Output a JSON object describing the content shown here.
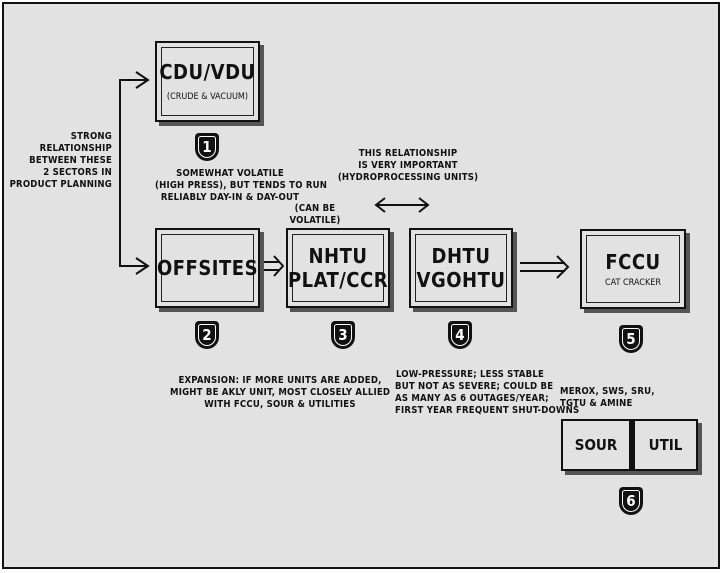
{
  "nodes": {
    "cdu": {
      "title": "CDU/VDU",
      "subtitle": "(CRUDE & VACUUM)",
      "number": "1"
    },
    "offsites": {
      "title": "OFFSITES",
      "number": "2"
    },
    "nhtu": {
      "title_line1": "NHTU",
      "title_line2": "PLAT/CCR",
      "number": "3"
    },
    "dhtu": {
      "title_line1": "DHTU",
      "title_line2": "VGOHTU",
      "number": "4"
    },
    "fccu": {
      "title": "FCCU",
      "subtitle": "CAT CRACKER",
      "number": "5"
    },
    "sour_util": {
      "left": "SOUR",
      "right": "UTIL",
      "number": "6"
    }
  },
  "notes": {
    "strong_relationship": [
      "STRONG",
      "RELATIONSHIP",
      "BETWEEN THESE",
      "2 SECTORS IN",
      "PRODUCT PLANNING"
    ],
    "cdu_note": [
      "SOMEWHAT VOLATILE",
      "(HIGH PRESS), BUT TENDS TO RUN",
      "RELIABLY DAY-IN & DAY-OUT"
    ],
    "important_relationship": [
      "THIS RELATIONSHIP",
      "IS VERY IMPORTANT",
      "(HYDROPROCESSING UNITS)"
    ],
    "can_be_volatile": [
      "(CAN BE",
      "VOLATILE)"
    ],
    "expansion": [
      "EXPANSION:  IF MORE UNITS ARE ADDED,",
      "MIGHT BE AKLY UNIT, MOST CLOSELY ALLIED",
      "WITH FCCU, SOUR & UTILITIES"
    ],
    "low_pressure": [
      "LOW-PRESSURE; LESS STABLE",
      "BUT NOT AS SEVERE; COULD BE",
      "AS MANY AS 6 OUTAGES/YEAR;",
      "FIRST YEAR FREQUENT SHUT-DOWNS"
    ],
    "merox": [
      "MEROX, SWS, SRU,",
      "TGTU & AMINE"
    ]
  },
  "colors": {
    "background": "#e2e2e2",
    "ink": "#111111",
    "shadow": "#555555"
  }
}
